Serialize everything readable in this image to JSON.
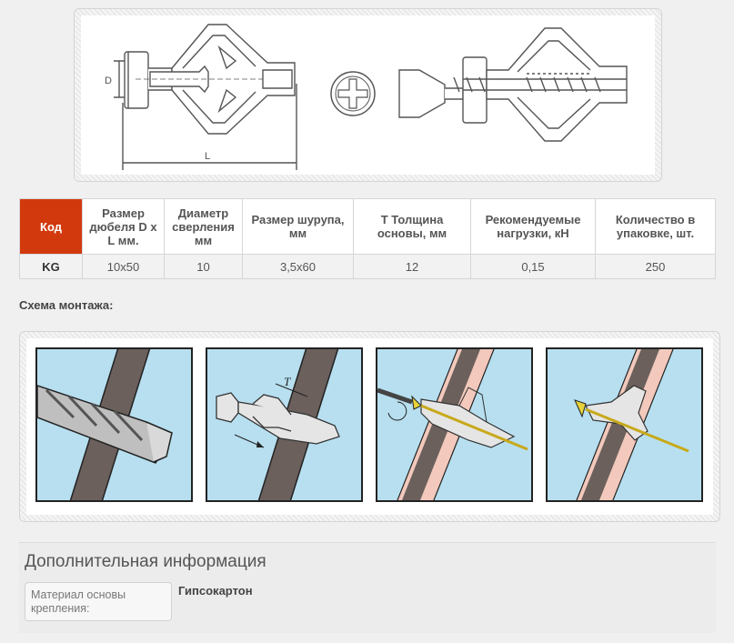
{
  "table": {
    "headers": [
      "Код",
      "Размер дюбеля D x L мм.",
      "Диаметр сверления мм",
      "Размер шурупа, мм",
      "Т Толщина основы, мм",
      "Рекомендуемые нагрузки, кН",
      "Количество в упаковке, шт."
    ],
    "row": [
      "KG",
      "10x50",
      "10",
      "3,5x60",
      "12",
      "0,15",
      "250"
    ]
  },
  "montage": {
    "title": "Схема монтажа:"
  },
  "diagram": {
    "label_d": "D",
    "label_l": "L",
    "label_t": "T"
  },
  "info": {
    "title": "Дополнительная информация",
    "label": "Материал основы крепления:",
    "value": "Гипсокартон"
  },
  "colors": {
    "accent": "#d23a0e",
    "panel_bg": "#b7dff0",
    "board": "#6b605c",
    "board_light": "#f2c9bc",
    "screw": "#e8d23a"
  }
}
